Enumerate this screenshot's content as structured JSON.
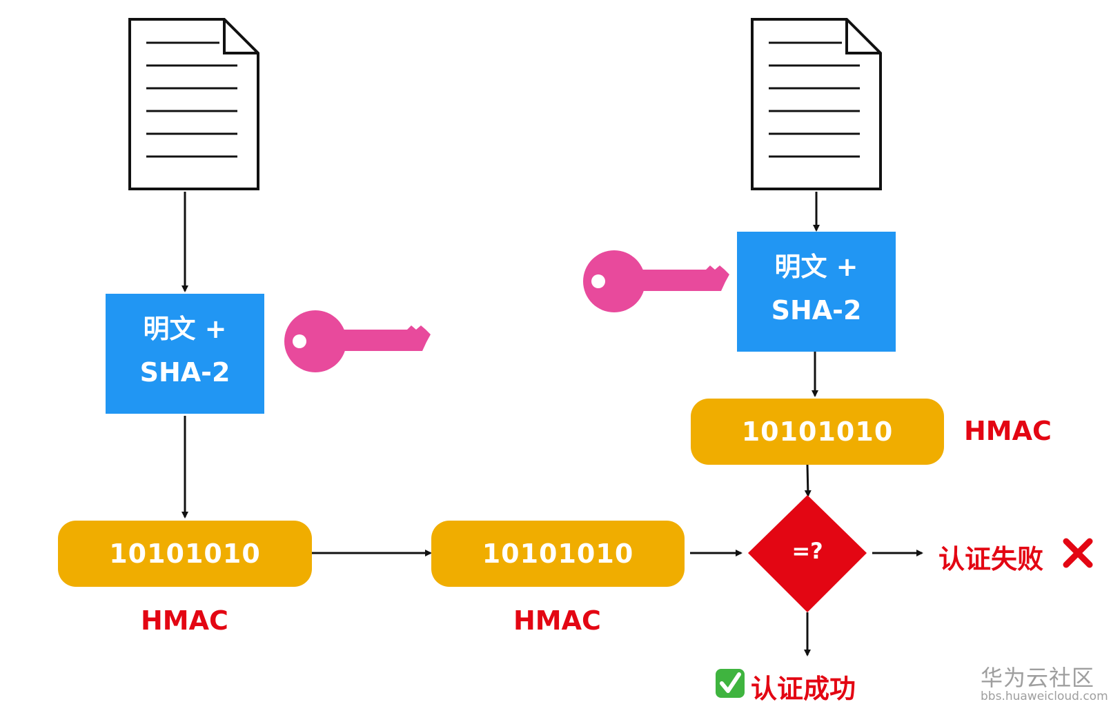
{
  "sender": {
    "process_box": {
      "line1": "明文 +",
      "line2": "SHA-2"
    },
    "hmac_value": "10101010",
    "hmac_label": "HMAC"
  },
  "transmitted": {
    "hmac_value": "10101010",
    "hmac_label": "HMAC"
  },
  "receiver": {
    "process_box": {
      "line1": "明文 +",
      "line2": "SHA-2"
    },
    "hmac_value": "10101010",
    "hmac_label": "HMAC"
  },
  "compare": {
    "label": "=?"
  },
  "results": {
    "fail": {
      "text": "认证失败",
      "icon": "cross-mark-icon"
    },
    "success": {
      "text": "认证成功",
      "icon": "check-mark-icon"
    }
  },
  "colors": {
    "process_box": "#2196f3",
    "hmac_box": "#f0ad00",
    "compare_diamond": "#e30613",
    "label_red": "#e30613",
    "key": "#e84a9c",
    "success_green": "#3fb43f"
  },
  "watermark": {
    "title": "华为云社区",
    "url": "bbs.huaweicloud.com"
  }
}
